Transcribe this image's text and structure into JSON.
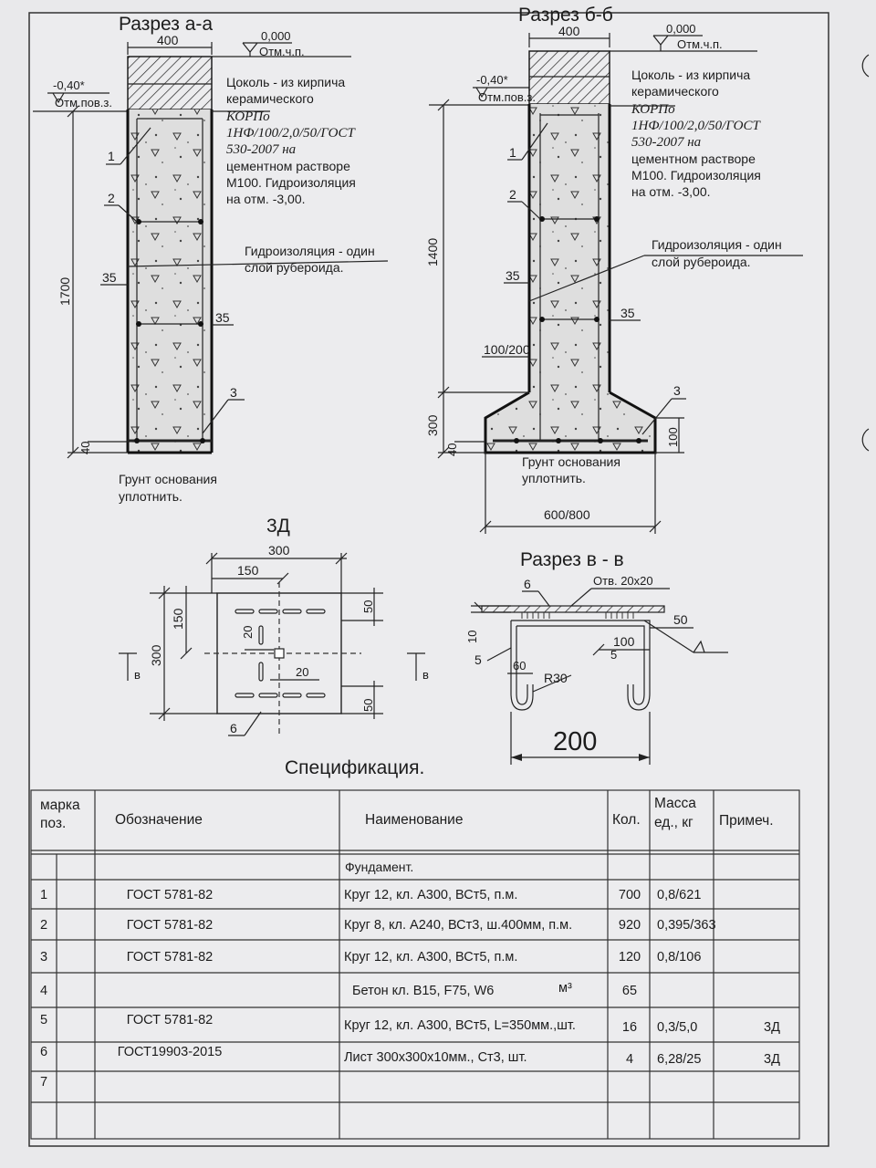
{
  "sec_aa": {
    "title": "Разрез а-а",
    "dim_width": "400",
    "mark_zero": "0,000",
    "mark_zero_label": "Отм.ч.п.",
    "mark_ground": "-0,40*",
    "mark_ground_label": "Отм.пов.з.",
    "tsokol": [
      "Цоколь  - из кирпича",
      "керамического",
      "КОРПо",
      "1НФ/100/2,0/50/ГОСТ",
      "530-2007  на",
      "цементном растворе",
      "М100. Гидроизоляция",
      "на отм. -3,00."
    ],
    "hydro": [
      "Гидроизоляция - один",
      "слой рубероида."
    ],
    "callouts": [
      "1",
      "2",
      "35",
      "35",
      "3"
    ],
    "dim_height": "1700",
    "dim_bottom": "40",
    "soil": [
      "Грунт основания",
      "уплотнить."
    ]
  },
  "sec_bb": {
    "title": "Разрез б-б",
    "dim_width": "400",
    "mark_zero": "0,000",
    "mark_zero_label": "Отм.ч.п.",
    "mark_ground": "-0,40*",
    "mark_ground_label": "Отм.пов.з.",
    "tsokol": [
      "Цоколь  - из кирпича",
      "керамического",
      "КОРПо",
      "1НФ/100/2,0/50/ГОСТ",
      "530-2007  на",
      "цементном растворе",
      "М100. Гидроизоляция",
      "на отм. -3,00."
    ],
    "hydro": [
      "Гидроизоляция - один",
      "слой рубероида."
    ],
    "callouts": [
      "1",
      "2",
      "35",
      "35",
      "3"
    ],
    "spacing": "100/200",
    "dim_height": "1400",
    "dim_foot": "300",
    "dim_bottom": "40",
    "dim_side": "100",
    "soil": [
      "Грунт основания",
      "уплотнить."
    ],
    "dim_base": "600/800"
  },
  "zd": {
    "title": "3Д",
    "dim_300_top": "300",
    "dim_150_top": "150",
    "dim_150_left": "150",
    "dim_300_left": "300",
    "dim_20_v": "20",
    "dim_20_h": "20",
    "dim_50_top": "50",
    "dim_50_bot": "50",
    "callout": "6",
    "cut_mark": "в"
  },
  "sec_vv": {
    "title": "Разрез в - в",
    "callout6": "6",
    "hole": "Отв. 20х20",
    "dim_50": "50",
    "dim_10": "10",
    "dim_5_left": "5",
    "dim_100": "100",
    "dim_5_right": "5",
    "dim_60": "60",
    "radius": "R30",
    "dim_200": "200"
  },
  "spec": {
    "title": "Спецификация.",
    "headers": {
      "mark": [
        "марка",
        "поз."
      ],
      "designation": "Обозначение",
      "name": "Наименование",
      "qty": "Кол.",
      "mass": [
        "Масса",
        "ед., кг"
      ],
      "note": "Примеч."
    },
    "group": "Фундамент.",
    "rows": [
      {
        "pos": "1",
        "designation": "ГОСТ 5781-82",
        "name": "Круг 12, кл. А300, ВСт5, п.м.",
        "unit": "",
        "qty": "700",
        "mass": "0,8/621",
        "note": ""
      },
      {
        "pos": "2",
        "designation": "ГОСТ 5781-82",
        "name": "Круг 8, кл. А240, ВСт3, ш.400мм, п.м.",
        "unit": "",
        "qty": "920",
        "mass": "0,395/363",
        "note": ""
      },
      {
        "pos": "3",
        "designation": "ГОСТ 5781-82",
        "name": "Круг 12, кл. А300, ВСт5, п.м.",
        "unit": "",
        "qty": "120",
        "mass": "0,8/106",
        "note": ""
      },
      {
        "pos": "4",
        "designation": "",
        "name": "Бетон кл. В15, F75, W6",
        "unit": "м³",
        "qty": "65",
        "mass": "",
        "note": ""
      },
      {
        "pos": "5",
        "designation": "ГОСТ 5781-82",
        "name": "Круг 12, кл. А300, ВСт5, L=350мм.,шт.",
        "unit": "",
        "qty": "16",
        "mass": "0,3/5,0",
        "note": "3Д"
      },
      {
        "pos": "6",
        "designation": "ГОСТ19903-2015",
        "name": "Лист 300х300х10мм., Ст3, шт.",
        "unit": "",
        "qty": "4",
        "mass": "6,28/25",
        "note": "3Д"
      },
      {
        "pos": "7",
        "designation": "",
        "name": "",
        "unit": "",
        "qty": "",
        "mass": "",
        "note": ""
      }
    ]
  }
}
